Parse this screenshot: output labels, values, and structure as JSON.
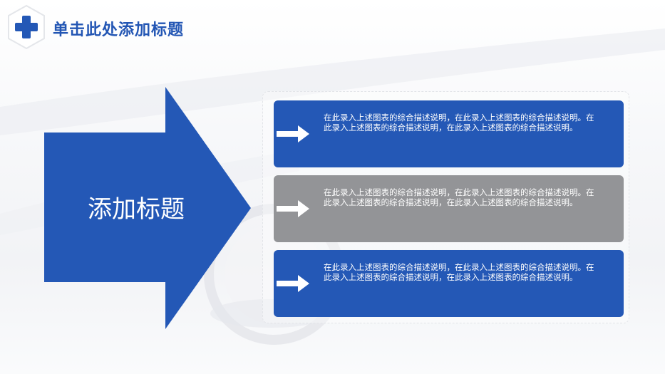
{
  "header": {
    "title": "单击此处添加标题",
    "logo_icon": "medical-cross-icon"
  },
  "main": {
    "arrow_label": "添加标题",
    "cards": [
      {
        "text": "在此录入上述图表的综合描述说明，在此录入上述图表的综合描述说明。在此录入上述图表的综合描述说明，在此录入上述图表的综合描述说明。",
        "color": "#2458b6"
      },
      {
        "text": "在此录入上述图表的综合描述说明，在此录入上述图表的综合描述说明。在此录入上述图表的综合描述说明，在此录入上述图表的综合描述说明。",
        "color": "#939497"
      },
      {
        "text": "在此录入上述图表的综合描述说明，在此录入上述图表的综合描述说明。在此录入上述图表的综合描述说明，在此录入上述图表的综合描述说明。",
        "color": "#2458b6"
      }
    ]
  },
  "colors": {
    "accent_blue": "#2458b6",
    "gray": "#939497",
    "title_blue": "#2356b4"
  }
}
